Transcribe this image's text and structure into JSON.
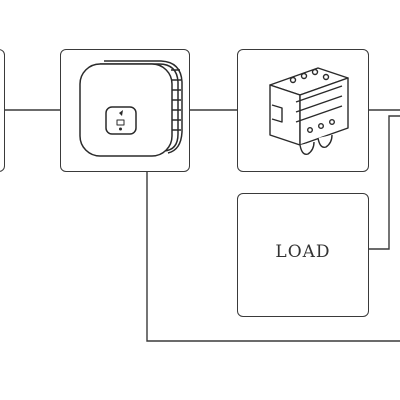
{
  "diagram": {
    "nodes": [
      {
        "id": "left-edge-device",
        "label": ""
      },
      {
        "id": "inverter",
        "label": ""
      },
      {
        "id": "circuit-breaker",
        "label": ""
      },
      {
        "id": "load",
        "label": "LOAD"
      }
    ],
    "connections": [
      {
        "from": "left-edge-device",
        "to": "inverter"
      },
      {
        "from": "inverter",
        "to": "circuit-breaker"
      },
      {
        "from": "circuit-breaker",
        "to": "off-screen-right"
      },
      {
        "from": "off-screen-right",
        "to": "load"
      },
      {
        "from": "inverter",
        "to": "off-screen-right"
      }
    ],
    "icons": {
      "inverter": "microinverter-icon",
      "breaker": "circuit-breaker-icon"
    },
    "colors": {
      "line": "#3a3a3a",
      "background": "#ffffff"
    }
  }
}
